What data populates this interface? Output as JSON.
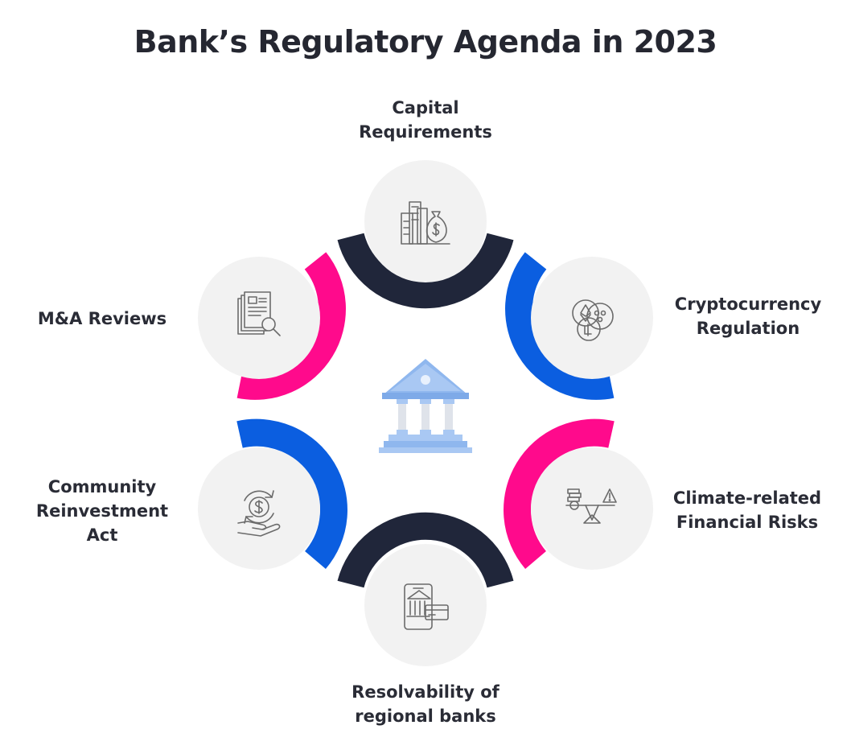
{
  "title": "Bank’s Regulatory Agenda in 2023",
  "colors": {
    "dark": "#20263a",
    "blue": "#0b5ee0",
    "pink": "#ff0a8c",
    "circle": "#f2f2f2",
    "bank_light": "#aecbf2",
    "bank_mid": "#7eaae8"
  },
  "items": [
    {
      "lines": [
        "Capital",
        "Requirements"
      ],
      "icon": "buildings-money-bag-icon"
    },
    {
      "lines": [
        "Cryptocurrency",
        "Regulation"
      ],
      "icon": "crypto-coins-icon"
    },
    {
      "lines": [
        "Climate-related",
        "Financial Risks"
      ],
      "icon": "balance-scale-warning-icon"
    },
    {
      "lines": [
        "Resolvability of",
        "regional banks"
      ],
      "icon": "mobile-bank-card-icon"
    },
    {
      "lines": [
        "Community",
        "Reinvestment",
        "Act"
      ],
      "icon": "hand-money-cycle-icon"
    },
    {
      "lines": [
        "M&A Reviews"
      ],
      "icon": "document-search-icon"
    }
  ],
  "center_icon": "bank-building-icon"
}
